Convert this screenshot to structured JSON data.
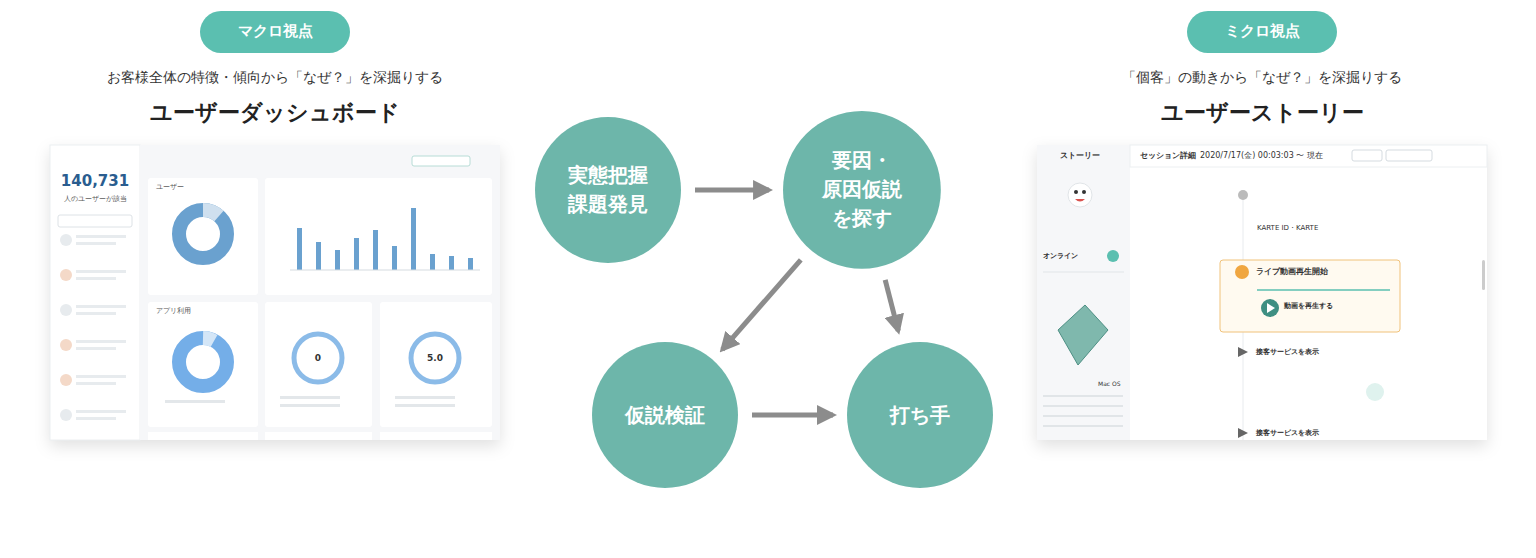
{
  "diagram": {
    "nodes": [
      {
        "text": [
          "マクロ視点"
        ]
      },
      {
        "text": [
          "実態把握 課題発見"
        ]
      },
      {
        "text": [
          "要因・ 原因仮説 を探す"
        ]
      },
      {
        "text": [
          "仮説検証"
        ]
      },
      {
        "text": [
          "打ち手"
        ]
      },
      {
        "text": [
          "ミクロ視点"
        ]
      }
    ],
    "edges": [
      {
        "from": 1,
        "to": 2,
        "arrow": "to"
      },
      {
        "from": 2,
        "to": 3,
        "arrow": "to"
      },
      {
        "from": 2,
        "to": 4,
        "arrow": "to"
      },
      {
        "from": 3,
        "to": 4,
        "arrow": "to"
      }
    ],
    "labels": [
      "お客様全体の特徴・傾向から「なぜ？」を深掘りする",
      "ユーザーダッシュボード",
      "「個客」の動きから「なぜ？」を深掘りする",
      "ユーザーストーリー",
      "140,731",
      "人のユーザーが該当",
      "ユーザー",
      "アプリ利用",
      "0",
      "5.0",
      "ストーリー",
      "セッション詳細",
      "2020/7/17(金) 00:03:03 〜 現在",
      "オンライン",
      "Mac OS",
      "KARTE ID・KARTE",
      "ライブ動画再生開始",
      "動画を再生する",
      "接客サービスを表示",
      "接客サービスを表示"
    ]
  }
}
